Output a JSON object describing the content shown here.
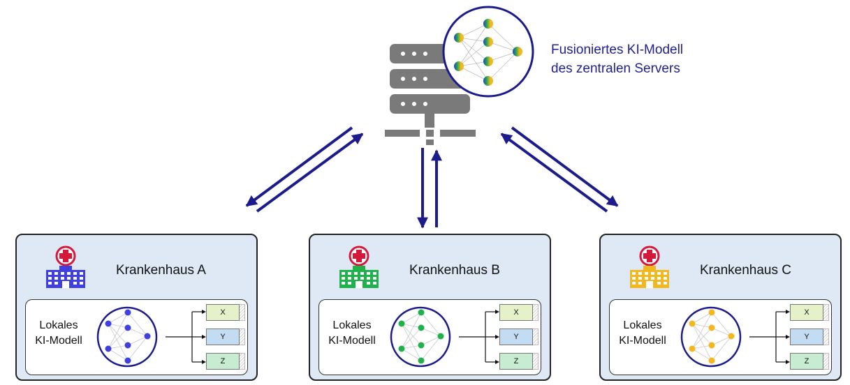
{
  "server": {
    "label_line1": "Fusioniertes KI-Modell",
    "label_line2": "des zentralen Servers"
  },
  "hospitals": [
    {
      "name": "Krankenhaus A",
      "local_line1": "Lokales",
      "local_line2": "KI-Modell",
      "color": "#4040e0"
    },
    {
      "name": "Krankenhaus B",
      "local_line1": "Lokales",
      "local_line2": "KI-Modell",
      "color": "#1fb14a"
    },
    {
      "name": "Krankenhaus C",
      "local_line1": "Lokales",
      "local_line2": "KI-Modell",
      "color": "#f2b81f"
    }
  ],
  "outputs": [
    "X",
    "Y",
    "Z"
  ],
  "colors": {
    "arrow": "#1b1b8c",
    "server_gray": "#7a7a7a",
    "hospital_bg": "#dfe9f5",
    "cross_red": "#d6193a",
    "output_x": "#e5f1c9",
    "output_y": "#c4dcf2",
    "output_z": "#c8ecd1"
  }
}
